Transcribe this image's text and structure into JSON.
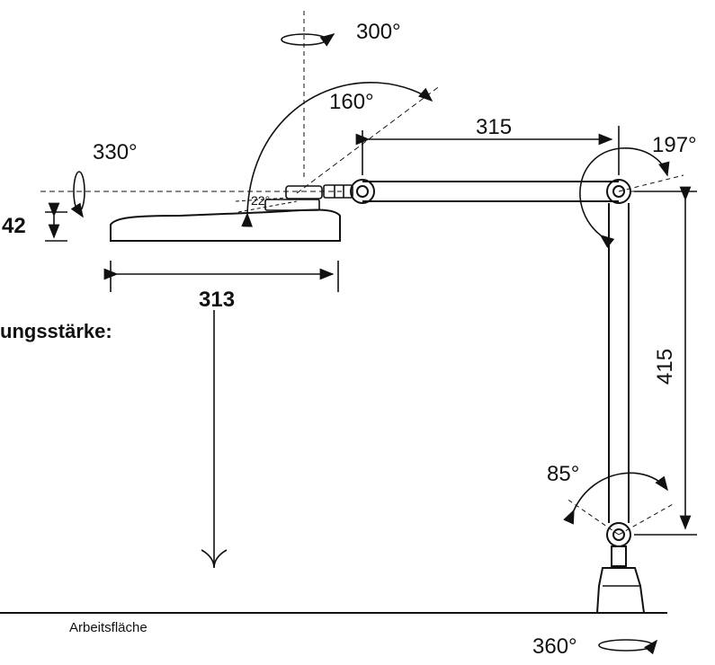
{
  "labels": {
    "rotation_top": "300°",
    "rotation_head": "330°",
    "rotation_bottom": "360°",
    "angle_head": "160°",
    "angle_elbow": "197°",
    "angle_base": "85°",
    "angle_tilt": "22°",
    "dim_upper_arm": "315",
    "dim_lower_arm": "415",
    "dim_head_width": "313",
    "dim_head_height": "42",
    "heading_partial": "ungsstärke:",
    "work_surface": "Arbeitsfläche"
  },
  "colors": {
    "line": "#111111",
    "background": "#ffffff"
  }
}
